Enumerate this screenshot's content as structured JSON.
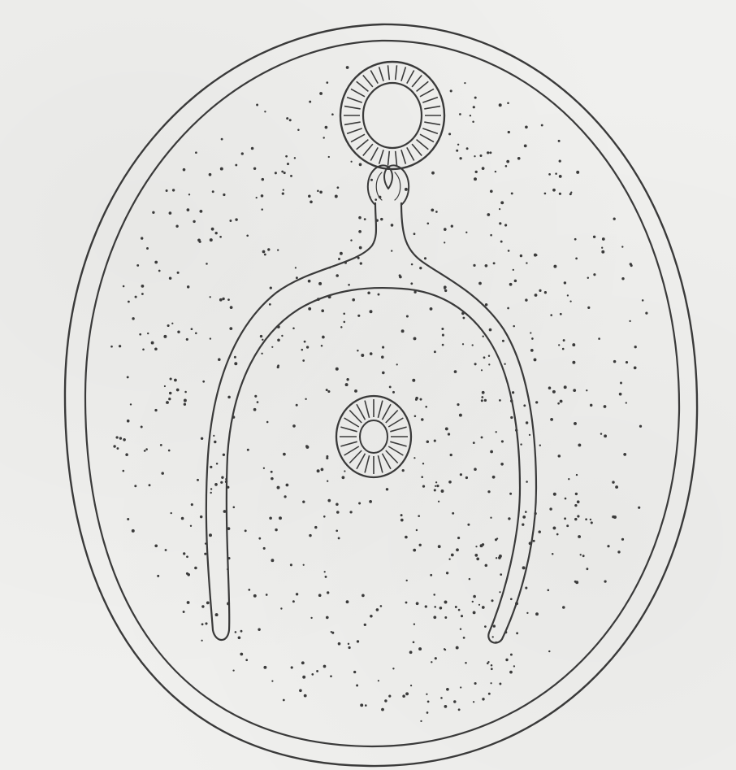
{
  "figure": {
    "ink_color": "#3a3a3a",
    "paper_color": "#f0f0ee",
    "parts": [
      "outer-wall",
      "inner-wall",
      "stippled-interior",
      "upper-radial-disc",
      "neck-connector",
      "arched-tube",
      "central-radial-disc"
    ]
  }
}
